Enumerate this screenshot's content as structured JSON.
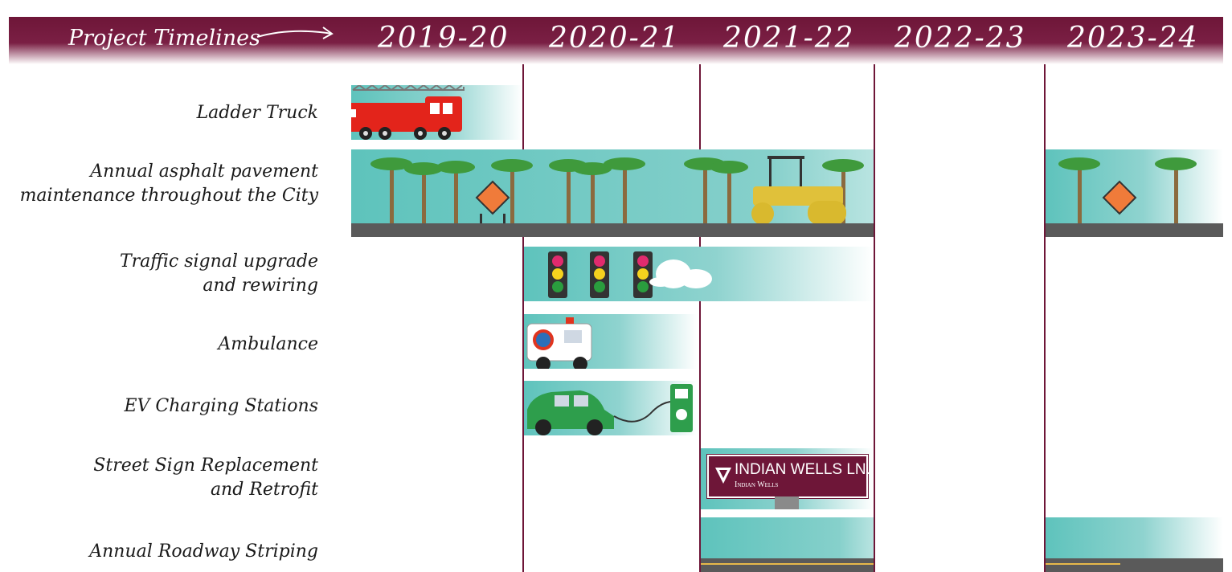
{
  "header": {
    "title": "Project Timelines",
    "years": [
      "2019-20",
      "2020-21",
      "2021-22",
      "2022-23",
      "2023-24"
    ]
  },
  "projects": [
    {
      "label_lines": [
        "Ladder Truck"
      ],
      "icon": "fire-truck-icon",
      "periods": [
        "2019-20"
      ]
    },
    {
      "label_lines": [
        "Annual asphalt pavement",
        "maintenance throughout the City"
      ],
      "icon": "palm-trees-road-roller-icon",
      "periods": [
        "2019-20",
        "2020-21",
        "2021-22",
        "2023-24"
      ]
    },
    {
      "label_lines": [
        "Traffic signal upgrade",
        "and rewiring"
      ],
      "icon": "traffic-light-icon",
      "periods": [
        "2020-21",
        "2021-22"
      ]
    },
    {
      "label_lines": [
        "Ambulance"
      ],
      "icon": "ambulance-icon",
      "periods": [
        "2020-21"
      ]
    },
    {
      "label_lines": [
        "EV Charging Stations"
      ],
      "icon": "ev-car-charger-icon",
      "periods": [
        "2020-21"
      ]
    },
    {
      "label_lines": [
        "Street Sign Replacement",
        "and Retrofit"
      ],
      "icon": "street-sign-icon",
      "periods": [
        "2021-22"
      ]
    },
    {
      "label_lines": [
        "Annual Roadway Striping"
      ],
      "icon": "road-stripe-icon",
      "periods": [
        "2021-22",
        "2023-24"
      ]
    }
  ],
  "street_sign": {
    "main": "INDIAN WELLS LN.",
    "sub": "Indian Wells"
  },
  "colors": {
    "brand": "#6e1638",
    "bar": "#5ec3bc",
    "road": "#5a5a5a",
    "stripe": "#e6b84a"
  }
}
